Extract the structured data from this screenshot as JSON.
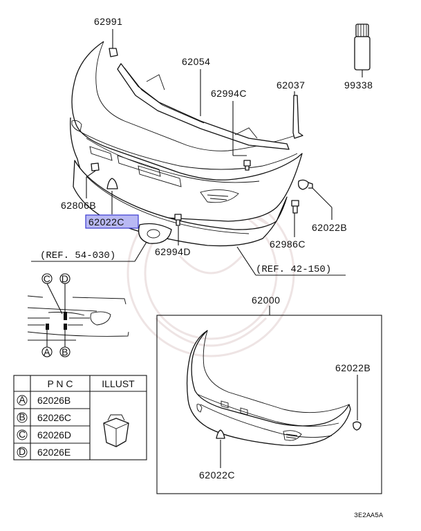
{
  "callouts": {
    "p62991": "62991",
    "p62054": "62054",
    "p99338": "99338",
    "p62037": "62037",
    "p62994C": "62994C",
    "p62806B": "62806B",
    "p62022C_highlight": "62022C",
    "p62994D": "62994D",
    "p62022B_top": "62022B",
    "p62986C": "62986C",
    "ref_54_030": "(REF. 54-030)",
    "ref_42_150": "(REF. 42-150)",
    "p62000": "62000",
    "p62022B_inset": "62022B",
    "p62022C_inset": "62022C"
  },
  "clip_markers": {
    "c": "C",
    "d": "D",
    "a": "A",
    "b": "B"
  },
  "table": {
    "headers": {
      "pnc": "P N C",
      "illust": "ILLUST"
    },
    "rows": [
      {
        "marker": "A",
        "pnc": "62026B"
      },
      {
        "marker": "B",
        "pnc": "62026C"
      },
      {
        "marker": "C",
        "pnc": "62026D"
      },
      {
        "marker": "D",
        "pnc": "62026E"
      }
    ]
  },
  "diagram_code": "3E2AA5A",
  "colors": {
    "highlight_fill": "#b9b9f3",
    "highlight_border": "#3a3ad0",
    "line": "#111111"
  }
}
